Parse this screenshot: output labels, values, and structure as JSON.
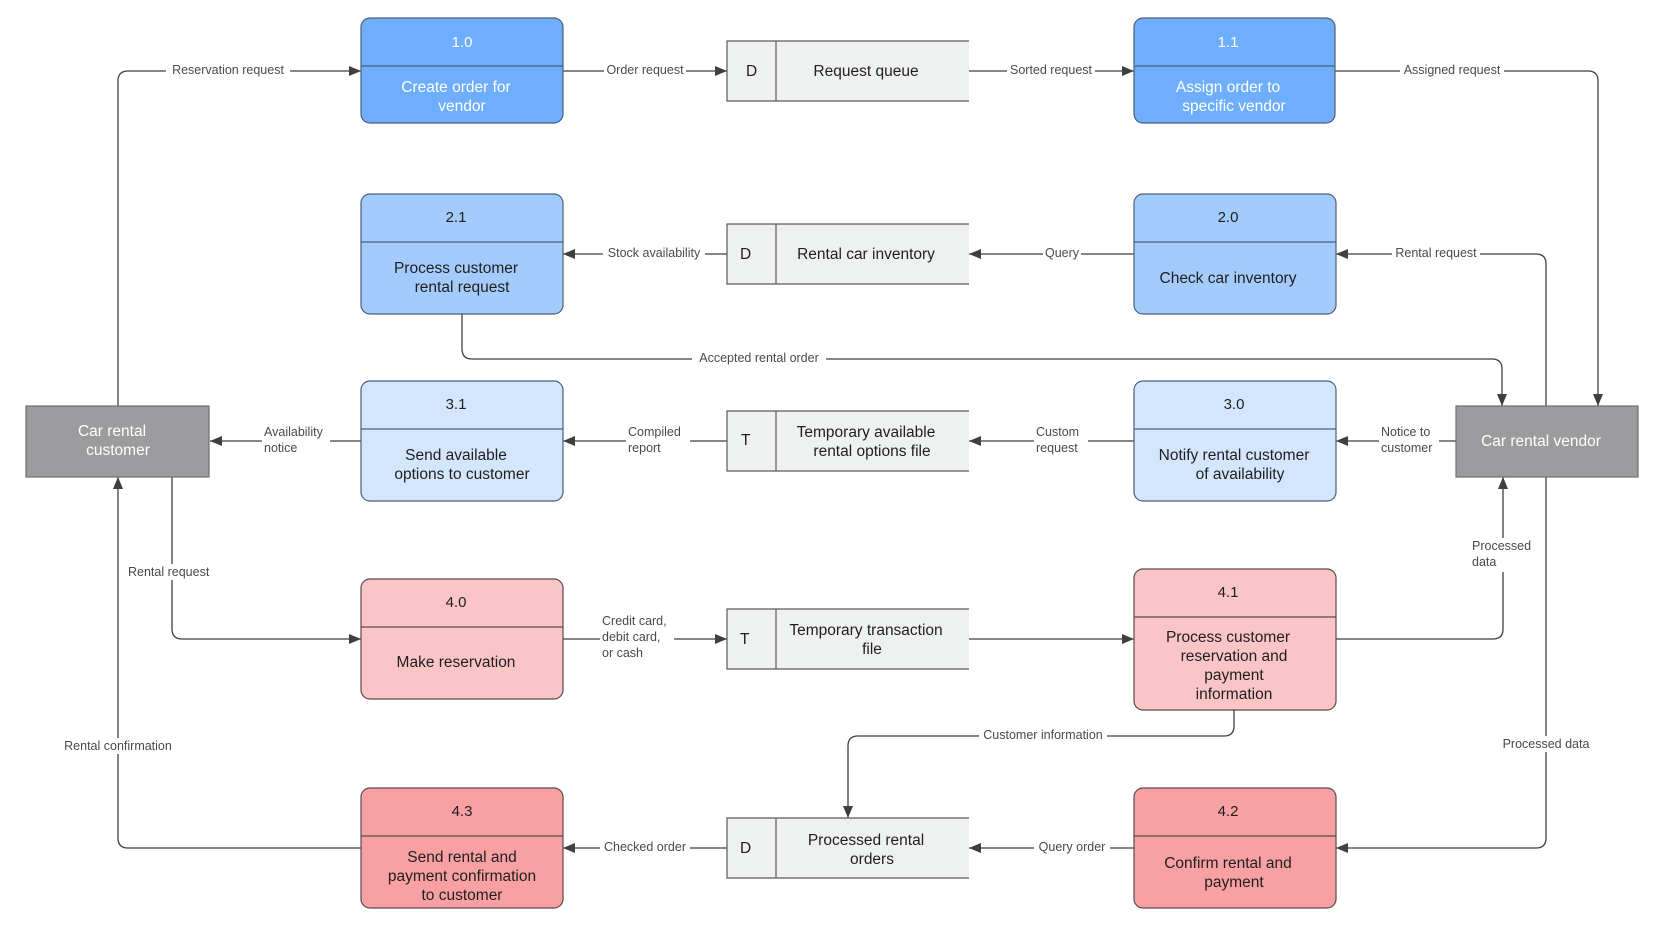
{
  "colors": {
    "blue_dark": "#6eaefc",
    "blue_mid": "#a3cbfc",
    "blue_light": "#d4e6fd",
    "red_light": "#fbc4c6",
    "red_dark": "#f9a0a2",
    "entity_gray": "#9c9c9e",
    "store_fill": "#eff1f1",
    "stroke": "#3f3f3f"
  },
  "entities": {
    "customer": [
      "Car rental",
      "customer"
    ],
    "vendor": [
      "Car rental vendor"
    ]
  },
  "processes": {
    "p10": {
      "id": "1.0",
      "lines": [
        "Create order for",
        "vendor"
      ]
    },
    "p11": {
      "id": "1.1",
      "lines": [
        "Assign order to",
        "specific vendor"
      ]
    },
    "p21": {
      "id": "2.1",
      "lines": [
        "Process customer",
        "rental request"
      ]
    },
    "p20": {
      "id": "2.0",
      "lines": [
        "Check car inventory"
      ]
    },
    "p31": {
      "id": "3.1",
      "lines": [
        "Send available",
        "options to customer"
      ]
    },
    "p30": {
      "id": "3.0",
      "lines": [
        "Notify rental customer",
        "of availability"
      ]
    },
    "p40": {
      "id": "4.0",
      "lines": [
        "Make reservation"
      ]
    },
    "p41": {
      "id": "4.1",
      "lines": [
        "Process customer",
        "reservation and",
        "payment",
        "information"
      ]
    },
    "p43": {
      "id": "4.3",
      "lines": [
        "Send rental and",
        "payment confirmation",
        "to customer"
      ]
    },
    "p42": {
      "id": "4.2",
      "lines": [
        "Confirm rental and",
        "payment"
      ]
    }
  },
  "stores": {
    "s1": {
      "code": "D",
      "lines": [
        "Request queue"
      ]
    },
    "s2": {
      "code": "D",
      "lines": [
        "Rental car inventory"
      ]
    },
    "s3": {
      "code": "T",
      "lines": [
        "Temporary available",
        "rental options file"
      ]
    },
    "s4": {
      "code": "T",
      "lines": [
        "Temporary transaction",
        "file"
      ]
    },
    "s5": {
      "code": "D",
      "lines": [
        "Processed rental",
        "orders"
      ]
    }
  },
  "flows": {
    "reservation_request": [
      "Reservation request"
    ],
    "order_request": [
      "Order request"
    ],
    "sorted_request": [
      "Sorted request"
    ],
    "assigned_request": [
      "Assigned request"
    ],
    "stock_availability": [
      "Stock availability"
    ],
    "query": [
      "Query"
    ],
    "rental_request_vendor": [
      "Rental request"
    ],
    "accepted_rental_order": [
      "Accepted rental order"
    ],
    "availability_notice": [
      "Availability",
      "notice"
    ],
    "compiled_report": [
      "Compiled",
      "report"
    ],
    "custom_request": [
      "Custom",
      "request"
    ],
    "notice_to_customer": [
      "Notice to",
      "customer"
    ],
    "rental_request_customer": [
      "Rental request"
    ],
    "payment_method": [
      "Credit card,",
      "debit card,",
      "or cash"
    ],
    "processed_data_up": [
      "Processed",
      "data"
    ],
    "customer_information": [
      "Customer information"
    ],
    "rental_confirmation": [
      "Rental confirmation"
    ],
    "processed_data_down": [
      "Processed data"
    ],
    "checked_order": [
      "Checked order"
    ],
    "query_order": [
      "Query order"
    ]
  }
}
